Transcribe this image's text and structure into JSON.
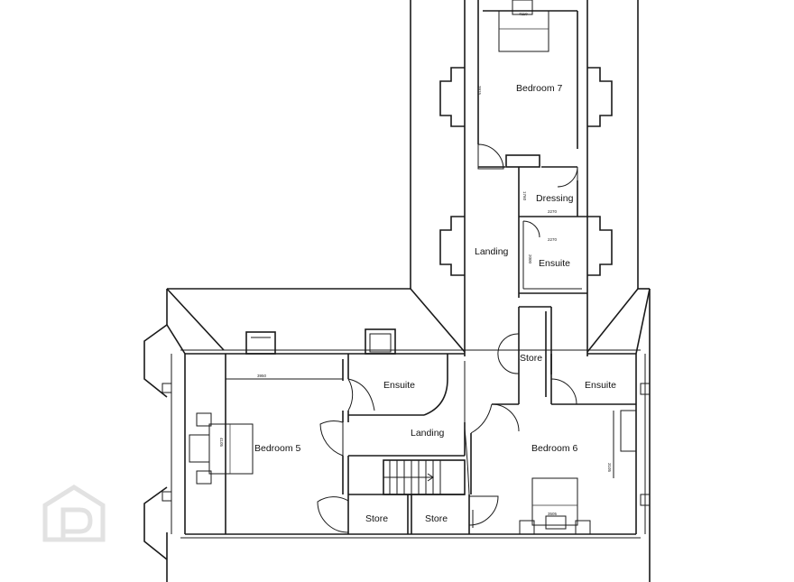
{
  "rooms": {
    "bedroom7": "Bedroom 7",
    "dressing": "Dressing",
    "landing_upper": "Landing",
    "ensuite_upper": "Ensuite",
    "ensuite_left": "Ensuite",
    "store_mid": "Store",
    "ensuite_right": "Ensuite",
    "landing_lower": "Landing",
    "bedroom5": "Bedroom 5",
    "bedroom6": "Bedroom 6",
    "store_left": "Store",
    "store_right": "Store"
  },
  "dimensions": {
    "bed7_width": "4110",
    "bed7_depth": "3915",
    "dressing_depth": "1760",
    "dressing_width": "2270",
    "ensuite_upper_depth": "2000",
    "ensuite_upper_width": "2270",
    "bed5_width": "3950",
    "bed5_depth": "4105",
    "bed6_depth": "3105",
    "bed6_width": "3505"
  },
  "watermark": {
    "logo_letter": "P",
    "logo_color": "#e2e2e2"
  }
}
